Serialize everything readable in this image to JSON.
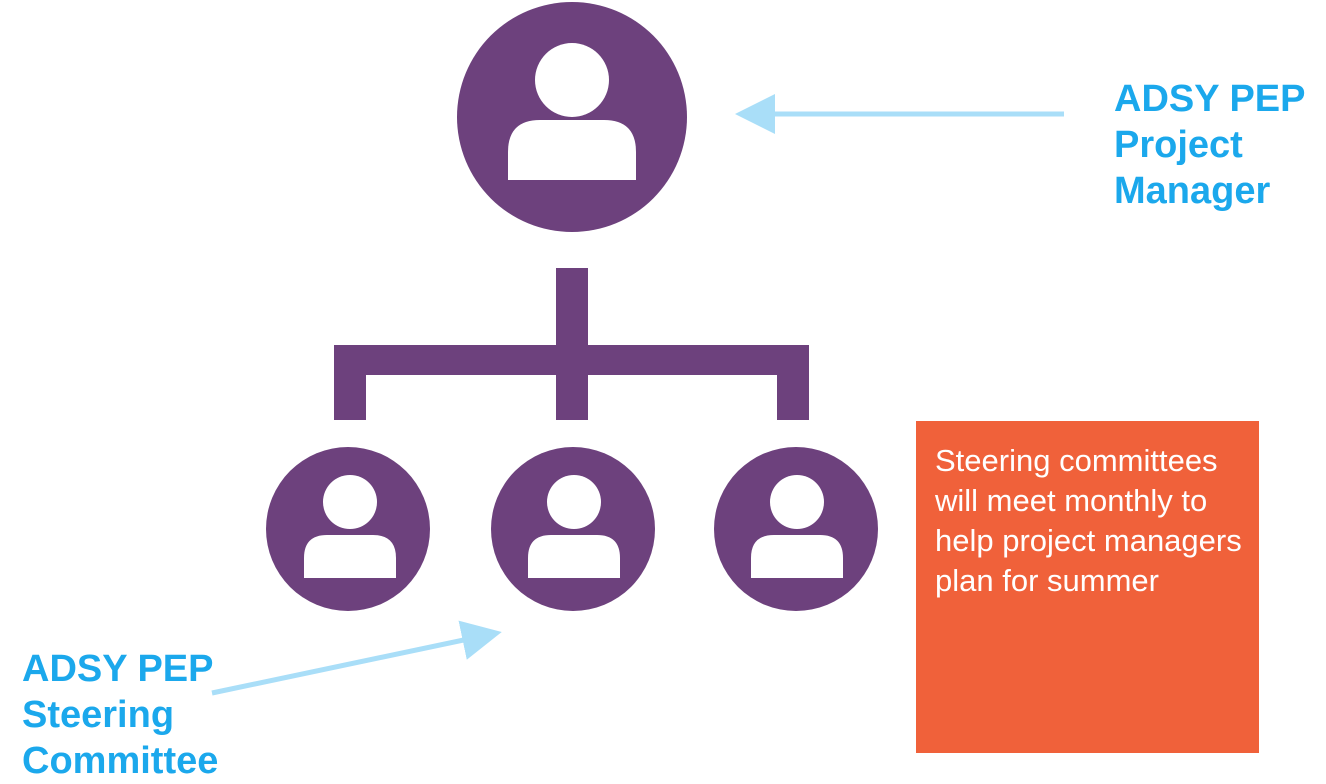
{
  "colors": {
    "node_fill": "#6d417d",
    "icon_fill": "#ffffff",
    "arrow": "#a9def8",
    "label_text": "#1ba8ec",
    "note_fill": "#f0613a",
    "note_text": "#ffffff"
  },
  "icons": {
    "person": "person-icon",
    "connector": "org-chart-connector"
  },
  "labels": {
    "project_manager": [
      "ADSY PEP",
      "Project",
      "Manager"
    ],
    "steering_committee": [
      "ADSY PEP",
      "Steering",
      "Committee"
    ]
  },
  "note": {
    "text": "Steering committees will meet monthly to help project managers plan for summer"
  }
}
